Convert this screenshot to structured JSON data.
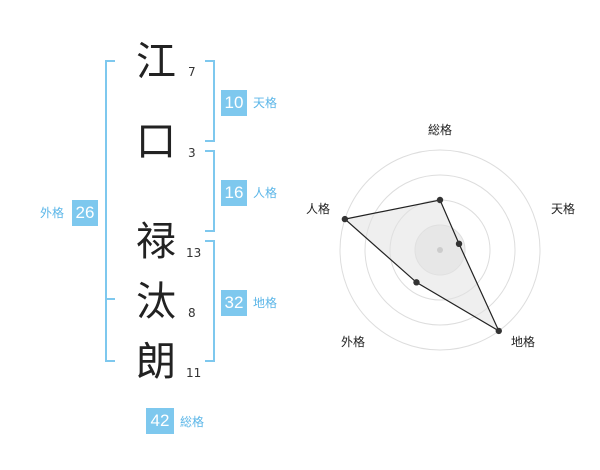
{
  "name": {
    "chars": [
      {
        "char": "江",
        "strokes": "7"
      },
      {
        "char": "口",
        "strokes": "3"
      },
      {
        "char": "禄",
        "strokes": "13"
      },
      {
        "char": "汰",
        "strokes": "8"
      },
      {
        "char": "朗",
        "strokes": "11"
      }
    ]
  },
  "fortunes": {
    "tenkaku": {
      "value": "10",
      "label": "天格"
    },
    "jinkaku": {
      "value": "16",
      "label": "人格"
    },
    "chikaku": {
      "value": "32",
      "label": "地格"
    },
    "gaikaku": {
      "value": "26",
      "label": "外格"
    },
    "soukaku": {
      "value": "42",
      "label": "総格"
    }
  },
  "colors": {
    "accent": "#7ec8ee",
    "text": "#222222",
    "radar_fill": "#eeeeee",
    "ring": "#dddddd"
  },
  "chart_data": {
    "type": "radar",
    "axes": [
      "総格",
      "天格",
      "地格",
      "外格",
      "人格"
    ],
    "values": [
      2.5,
      1,
      5,
      2,
      5
    ],
    "rmax": 5,
    "rings": 4
  }
}
